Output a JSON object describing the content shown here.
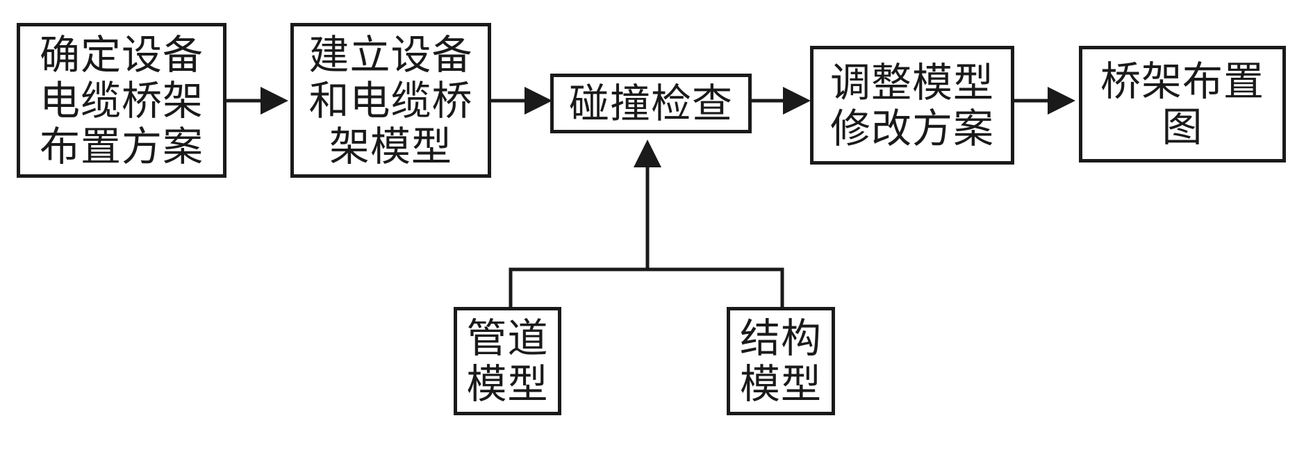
{
  "flow": {
    "steps": [
      {
        "label": "确定设备\n电缆桥架\n布置方案"
      },
      {
        "label": "建立设备\n和电缆桥\n架模型"
      },
      {
        "label": "碰撞检查"
      },
      {
        "label": "调整模型\n修改方案"
      },
      {
        "label": "桥架布置\n图"
      }
    ]
  },
  "inputs": [
    {
      "label": "管道\n模型"
    },
    {
      "label": "结构\n模型"
    }
  ],
  "colors": {
    "stroke": "#1a1a1a",
    "background": "#ffffff"
  }
}
